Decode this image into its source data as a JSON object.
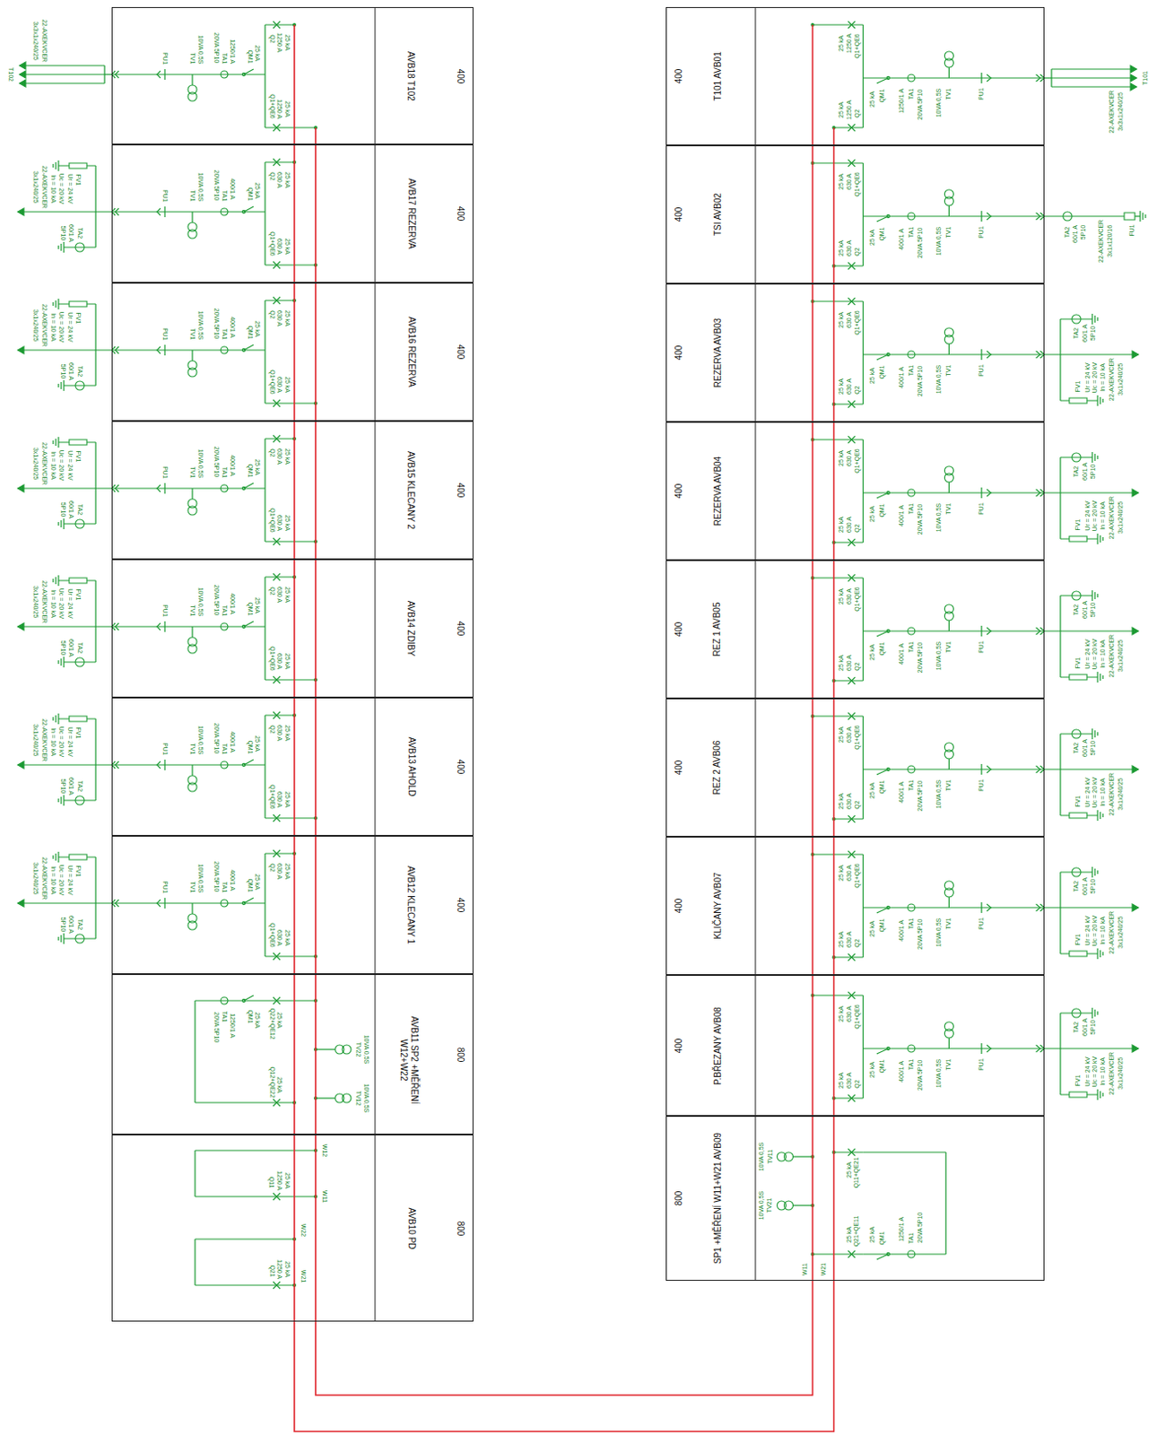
{
  "diagram": {
    "nodes": [
      {
        "text": [
          "AVB18 T102",
          "400",
          "Q1+QE6",
          "1250 A",
          "25 kA",
          "Q2",
          "1250 A",
          "25 kA",
          "QM1",
          "25 kA",
          "TA1",
          "1250/1 A",
          "20VA 5P10",
          "TV1",
          "10VA 0,5S",
          "PU1",
          "3x3x1x240/25",
          "22-AXEKVCER",
          "T102"
        ]
      },
      {
        "text": [
          "AVB17 REZERVA",
          "400",
          "Q1+QE6",
          "630 A",
          "25 kA",
          "Q2",
          "630 A",
          "25 kA",
          "QM1",
          "25 kA",
          "TA1",
          "400/1 A",
          "20VA 5P10",
          "TV1",
          "10VA 0,5S",
          "PU1",
          "FV1",
          "Ur = 24 kV",
          "Uc = 20 kV",
          "In = 10 kA",
          "TA2",
          "60/1 A",
          "5P10",
          "3x1x240/25",
          "22-AXEKVCER"
        ]
      },
      {
        "text": [
          "AVB16 REZERVA",
          "400",
          "Q1+QE6",
          "630 A",
          "25 kA",
          "Q2",
          "630 A",
          "25 kA",
          "QM1",
          "25 kA",
          "TA1",
          "400/1 A",
          "20VA 5P10",
          "TV1",
          "10VA 0,5S",
          "PU1",
          "FV1",
          "Ur = 24 kV",
          "Uc = 20 kV",
          "In = 10 kA",
          "TA2",
          "60/1 A",
          "5P10",
          "3x1x240/25",
          "22-AXEKVCER"
        ]
      },
      {
        "text": [
          "AVB15 KLECANY 2",
          "400",
          "Q1+QE6",
          "630 A",
          "25 kA",
          "Q2",
          "630 A",
          "25 kA",
          "QM1",
          "25 kA",
          "TA1",
          "400/1 A",
          "20VA 5P10",
          "TV1",
          "10VA 0,5S",
          "PU1",
          "FV1",
          "Ur = 24 kV",
          "Uc = 20 kV",
          "In = 10 kA",
          "TA2",
          "60/1 A",
          "5P10",
          "3x1x240/25",
          "22-AXEKVCER"
        ]
      },
      {
        "text": [
          "AVB14 ZDIBY",
          "400",
          "Q1+QE6",
          "630 A",
          "25 kA",
          "Q2",
          "630 A",
          "25 kA",
          "QM1",
          "25 kA",
          "TA1",
          "400/1 A",
          "20VA 5P10",
          "TV1",
          "10VA 0,5S",
          "PU1",
          "FV1",
          "Ur = 24 kV",
          "Uc = 20 kV",
          "In = 10 kA",
          "TA2",
          "60/1 A",
          "5P10",
          "3x1x240/25",
          "22-AXEKVCER"
        ]
      },
      {
        "text": [
          "AVB13 AHOLD",
          "400",
          "Q1+QE6",
          "630 A",
          "25 kA",
          "Q2",
          "630 A",
          "25 kA",
          "QM1",
          "25 kA",
          "TA1",
          "400/1 A",
          "20VA 5P10",
          "TV1",
          "10VA 0,5S",
          "PU1",
          "FV1",
          "Ur = 24 kV",
          "Uc = 20 kV",
          "In = 10 kA",
          "TA2",
          "60/1 A",
          "5P10",
          "3x1x240/25",
          "22-AXEKVCER"
        ]
      },
      {
        "text": [
          "AVB12 KLECANY 1",
          "400",
          "Q1+QE6",
          "630 A",
          "25 kA",
          "Q2",
          "630 A",
          "25 kA",
          "QM1",
          "25 kA",
          "TA1",
          "400/1 A",
          "20VA 5P10",
          "TV1",
          "10VA 0,5S",
          "PU1",
          "FV1",
          "Ur = 24 kV",
          "Uc = 20 kV",
          "In = 10 kA",
          "TA2",
          "60/1 A",
          "5P10",
          "3x1x240/25",
          "22-AXEKVCER"
        ]
      },
      {
        "text": [
          "AVB11 SP2 +MĚŘENÍ W12+W22",
          "800",
          "Q22+QE12",
          "25 kA",
          "QM1",
          "25 kA",
          "TA1",
          "1250/1 A",
          "20VA 5P10",
          "Q12+QE22",
          "25 kA",
          "TV22",
          "10VA 0,5S",
          "TV12",
          "10VA 0,5S"
        ]
      },
      {
        "text": [
          "AVB10 PD",
          "800",
          "W12",
          "W11",
          "W22",
          "W21",
          "Q11",
          "1250 A",
          "25 kA",
          "Q21",
          "1250 A",
          "25 kA"
        ]
      },
      {
        "text": [
          "T101 AVB01",
          "400",
          "Q1+QE6",
          "1250 A",
          "25 kA",
          "Q2",
          "1250 A",
          "25 kA",
          "QM1",
          "25 kA",
          "TA1",
          "1250/1 A",
          "20VA 5P10",
          "TV1",
          "10VA 0,5S",
          "PU1",
          "3x3x1x240/25",
          "22-AXEKVCER",
          "T101"
        ]
      },
      {
        "text": [
          "TSI AVB02",
          "400",
          "Q1+QE6",
          "630 A",
          "25 kA",
          "Q2",
          "630 A",
          "25 kA",
          "QM1",
          "25 kA",
          "TA1",
          "400/1 A",
          "20VA 5P10",
          "TV1",
          "10VA 0,5S",
          "PU1",
          "TA2",
          "60/1 A",
          "5P10",
          "22-AXEKVCER",
          "3x1x120/16",
          "FU1"
        ]
      },
      {
        "text": [
          "REZERVA AVB03",
          "400",
          "Q1+QE6",
          "630 A",
          "25 kA",
          "Q2",
          "630 A",
          "25 kA",
          "QM1",
          "25 kA",
          "TA1",
          "400/1 A",
          "20VA 5P10",
          "TV1",
          "10VA 0,5S",
          "PU1",
          "FV1",
          "Ur = 24 kV",
          "Uc = 20 kV",
          "In = 10 kA",
          "TA2",
          "60/1 A",
          "5P10",
          "3x1x240/25",
          "22-AXEKVCER"
        ]
      },
      {
        "text": [
          "REZERVA AVB04",
          "400",
          "Q1+QE6",
          "630 A",
          "25 kA",
          "Q2",
          "630 A",
          "25 kA",
          "QM1",
          "25 kA",
          "TA1",
          "400/1 A",
          "20VA 5P10",
          "TV1",
          "10VA 0,5S",
          "PU1",
          "FV1",
          "Ur = 24 kV",
          "Uc = 20 kV",
          "In = 10 kA",
          "TA2",
          "60/1 A",
          "5P10",
          "3x1x240/25",
          "22-AXEKVCER"
        ]
      },
      {
        "text": [
          "REZ 1 AVB05",
          "400",
          "Q1+QE6",
          "630 A",
          "25 kA",
          "Q2",
          "630 A",
          "25 kA",
          "QM1",
          "25 kA",
          "TA1",
          "400/1 A",
          "20VA 5P10",
          "TV1",
          "10VA 0,5S",
          "PU1",
          "FV1",
          "Ur = 24 kV",
          "Uc = 20 kV",
          "In = 10 kA",
          "TA2",
          "60/1 A",
          "5P10",
          "3x1x240/25",
          "22-AXEKVCER"
        ]
      },
      {
        "text": [
          "REZ 2 AVB06",
          "400",
          "Q1+QE6",
          "630 A",
          "25 kA",
          "Q2",
          "630 A",
          "25 kA",
          "QM1",
          "25 kA",
          "TA1",
          "400/1 A",
          "20VA 5P10",
          "TV1",
          "10VA 0,5S",
          "PU1",
          "FV1",
          "Ur = 24 kV",
          "Uc = 20 kV",
          "In = 10 kA",
          "TA2",
          "60/1 A",
          "5P10",
          "3x1x240/25",
          "22-AXEKVCER"
        ]
      },
      {
        "text": [
          "KLIČANY AVB07",
          "400",
          "Q1+QE6",
          "630 A",
          "25 kA",
          "Q2",
          "630 A",
          "25 kA",
          "QM1",
          "25 kA",
          "TA1",
          "400/1 A",
          "20VA 5P10",
          "TV1",
          "10VA 0,5S",
          "PU1",
          "FV1",
          "Ur = 24 kV",
          "Uc = 20 kV",
          "In = 10 kA",
          "TA2",
          "60/1 A",
          "5P10",
          "3x1x240/25",
          "22-AXEKVCER"
        ]
      },
      {
        "text": [
          "P.BŘEZANY AVB08",
          "400",
          "Q1+QE6",
          "630 A",
          "25 kA",
          "Q2",
          "630 A",
          "25 kA",
          "QM1",
          "25 kA",
          "TA1",
          "400/1 A",
          "20VA 5P10",
          "TV1",
          "10VA 0,5S",
          "PU1",
          "FV1",
          "Ur = 24 kV",
          "Uc = 20 kV",
          "In = 10 kA",
          "TA2",
          "60/1 A",
          "5P10",
          "3x1x240/25",
          "22-AXEKVCER"
        ]
      },
      {
        "text": [
          "SP1 +MĚŘENÍ W11+W21 AVB09",
          "800",
          "Q21+QE11",
          "25 kA",
          "QM1",
          "25 kA",
          "TA1",
          "1250/1 A",
          "20VA 5P10",
          "Q11+QE21",
          "25 kA",
          "TV21",
          "10VA 0,5S",
          "TV11",
          "10VA 0,5S",
          "W11",
          "W21"
        ]
      }
    ],
    "edges": [
      {
        "from": 17,
        "to": 8,
        "arrow": "none"
      },
      {
        "from": 17,
        "to": 8,
        "arrow": "none"
      }
    ]
  }
}
